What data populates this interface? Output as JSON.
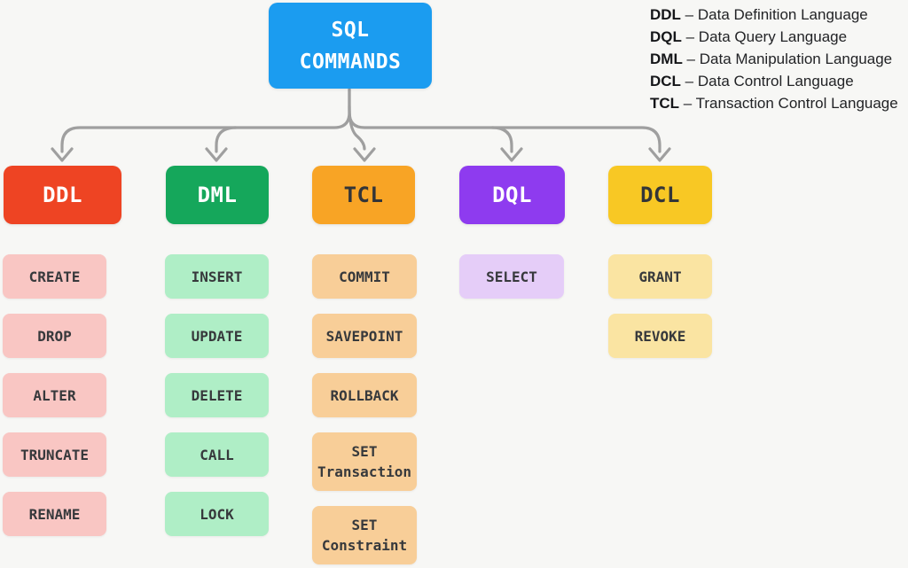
{
  "canvas": {
    "background": "#f7f7f5",
    "connector_color": "#9f9f9f"
  },
  "root": {
    "label_line1": "SQL",
    "label_line2": "COMMANDS",
    "color": "#1b9cf0",
    "text_color": "#ffffff"
  },
  "legend": {
    "dash": " – ",
    "items": [
      {
        "abbr": "DDL",
        "name": "Data Definition Language"
      },
      {
        "abbr": "DQL",
        "name": "Data Query Language"
      },
      {
        "abbr": "DML",
        "name": "Data Manipulation Language"
      },
      {
        "abbr": "DCL",
        "name": "Data Control Language"
      },
      {
        "abbr": "TCL",
        "name": "Transaction Control Language"
      }
    ]
  },
  "categories": [
    {
      "id": "ddl",
      "label": "DDL",
      "color": "#ee4423",
      "text_color": "#ffffff",
      "light_color": "#f9c6c3",
      "commands": [
        "CREATE",
        "DROP",
        "ALTER",
        "TRUNCATE",
        "RENAME"
      ]
    },
    {
      "id": "dml",
      "label": "DML",
      "color": "#15a75b",
      "text_color": "#ffffff",
      "light_color": "#afeec6",
      "commands": [
        "INSERT",
        "UPDATE",
        "DELETE",
        "CALL",
        "LOCK"
      ]
    },
    {
      "id": "tcl",
      "label": "TCL",
      "color": "#f8a425",
      "text_color": "#333538",
      "light_color": "#f8ce98",
      "commands": [
        "COMMIT",
        "SAVEPOINT",
        "ROLLBACK",
        "SET\nTransaction",
        "SET\nConstraint"
      ]
    },
    {
      "id": "dql",
      "label": "DQL",
      "color": "#8e3bef",
      "text_color": "#ffffff",
      "light_color": "#e5cdf8",
      "commands": [
        "SELECT"
      ]
    },
    {
      "id": "dcl",
      "label": "DCL",
      "color": "#f8c824",
      "text_color": "#333538",
      "light_color": "#fae4a2",
      "commands": [
        "GRANT",
        "REVOKE"
      ]
    }
  ]
}
